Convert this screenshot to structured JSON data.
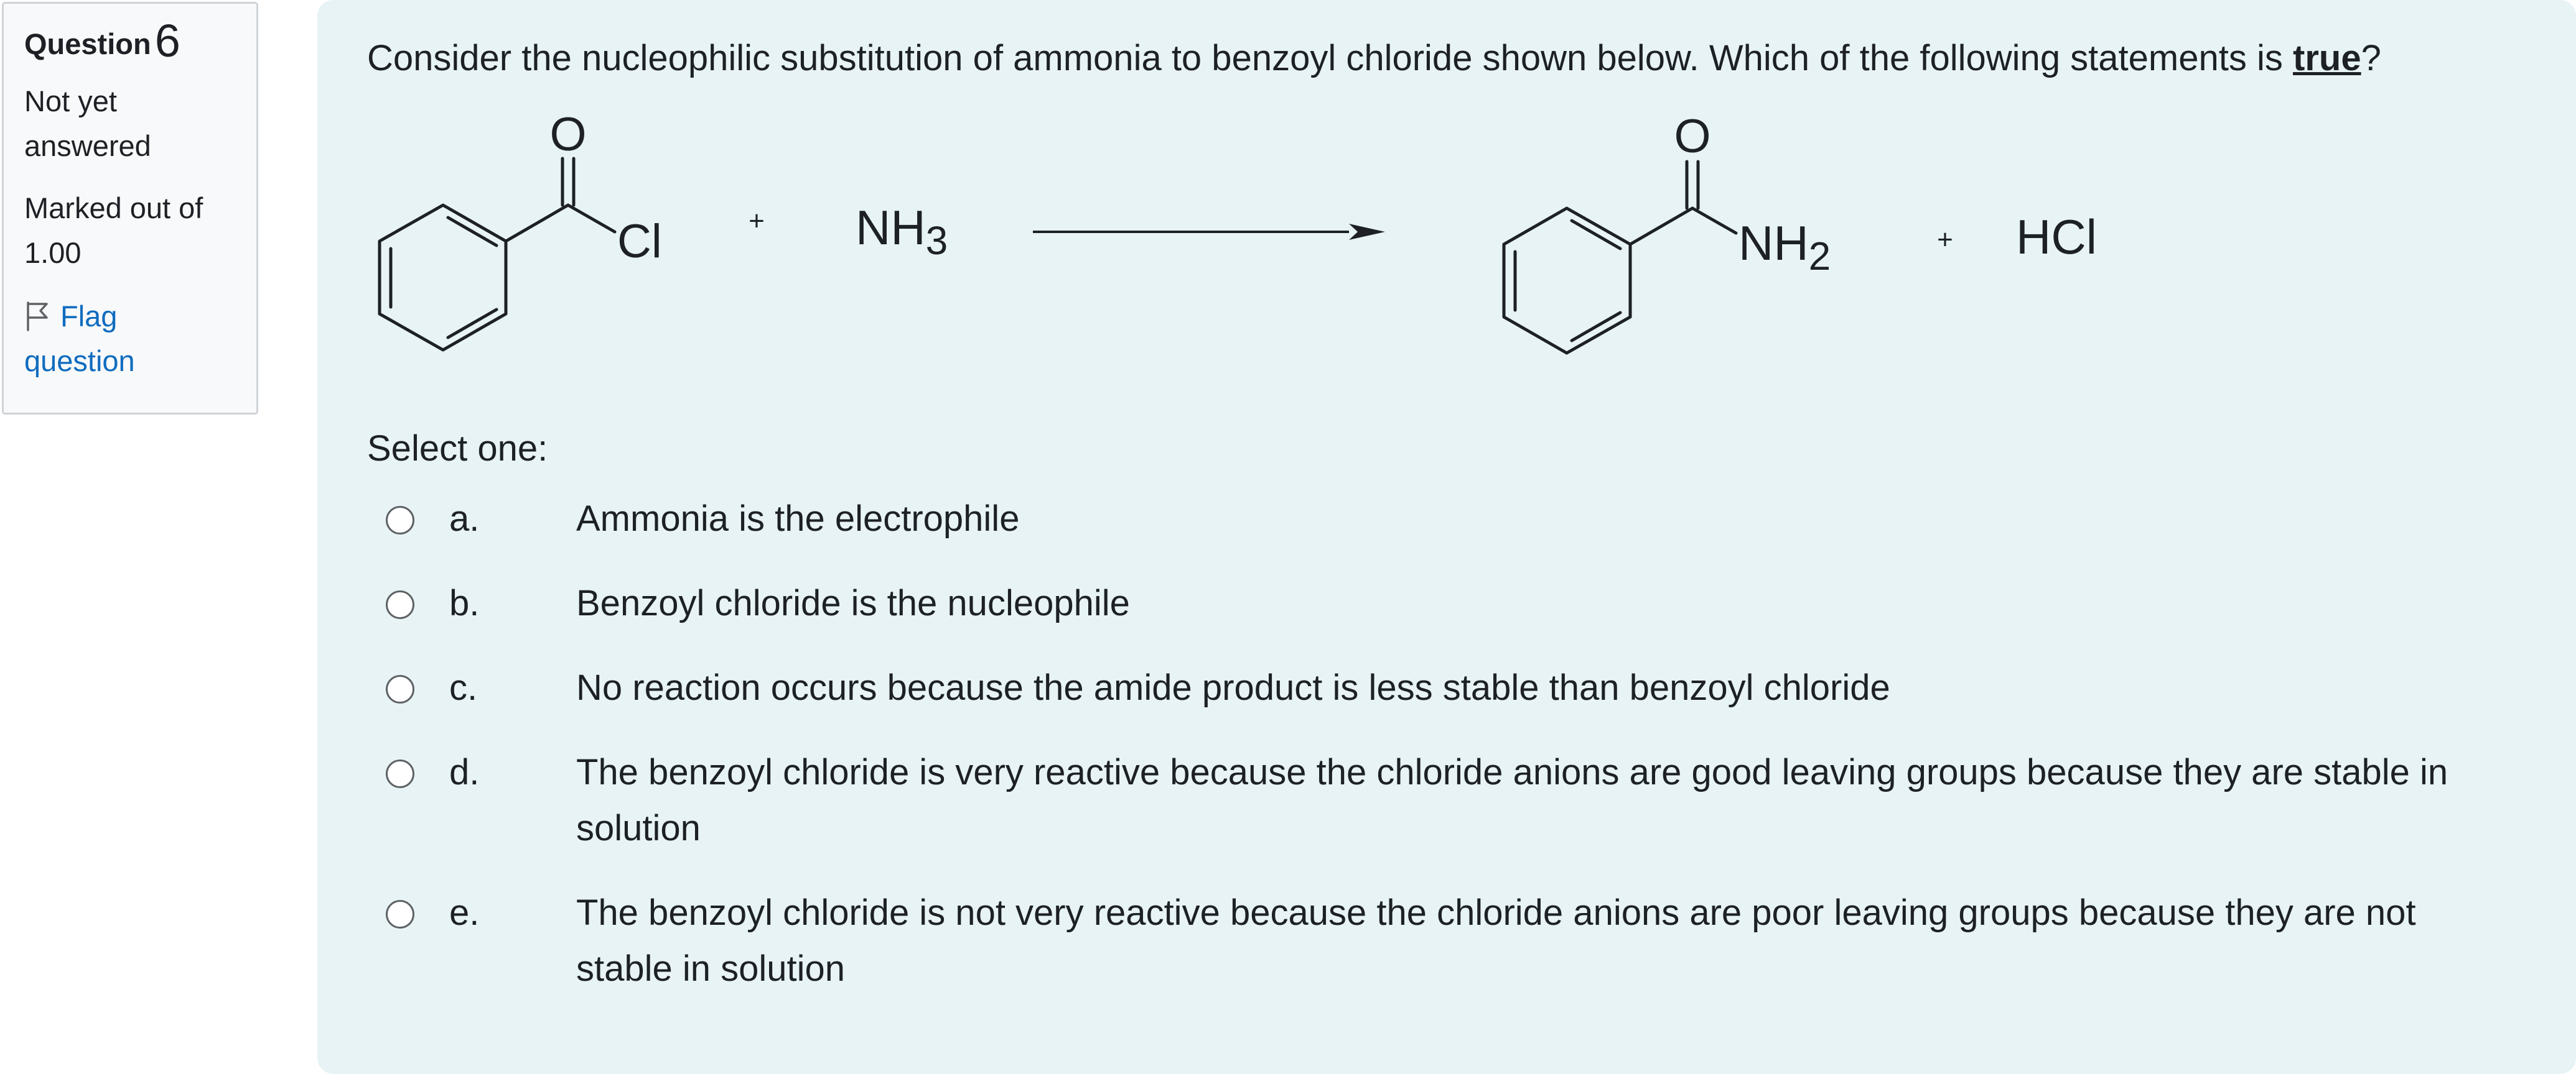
{
  "info": {
    "question_label": "Question",
    "question_number": "6",
    "state": "Not yet answered",
    "grade": "Marked out of 1.00",
    "flag_label": "Flag question"
  },
  "question": {
    "text_before": "Consider the nucleophilic substitution of ammonia to benzoyl chloride shown below. Which of the following statements is ",
    "text_emphasis": "true",
    "text_after": "?",
    "reaction": {
      "reactant1_atoms": {
        "o": "O",
        "cl": "Cl"
      },
      "plus1": "+",
      "reactant2": "NH",
      "reactant2_sub": "3",
      "product1_atoms": {
        "o": "O",
        "n": "NH",
        "n_sub": "2"
      },
      "plus2": "+",
      "product2": "HCl"
    },
    "prompt": "Select one:",
    "answers": [
      {
        "letter": "a.",
        "text": "Ammonia is the electrophile"
      },
      {
        "letter": "b.",
        "text": "Benzoyl chloride is the nucleophile"
      },
      {
        "letter": "c.",
        "text": "No reaction occurs because the amide product is less stable than benzoyl chloride"
      },
      {
        "letter": "d.",
        "text": "The benzoyl chloride is very reactive because the chloride anions are good leaving groups because they are stable in solution"
      },
      {
        "letter": "e.",
        "text": "The benzoyl chloride is not very reactive because the chloride anions are poor leaving groups because they are not stable in solution"
      }
    ]
  }
}
